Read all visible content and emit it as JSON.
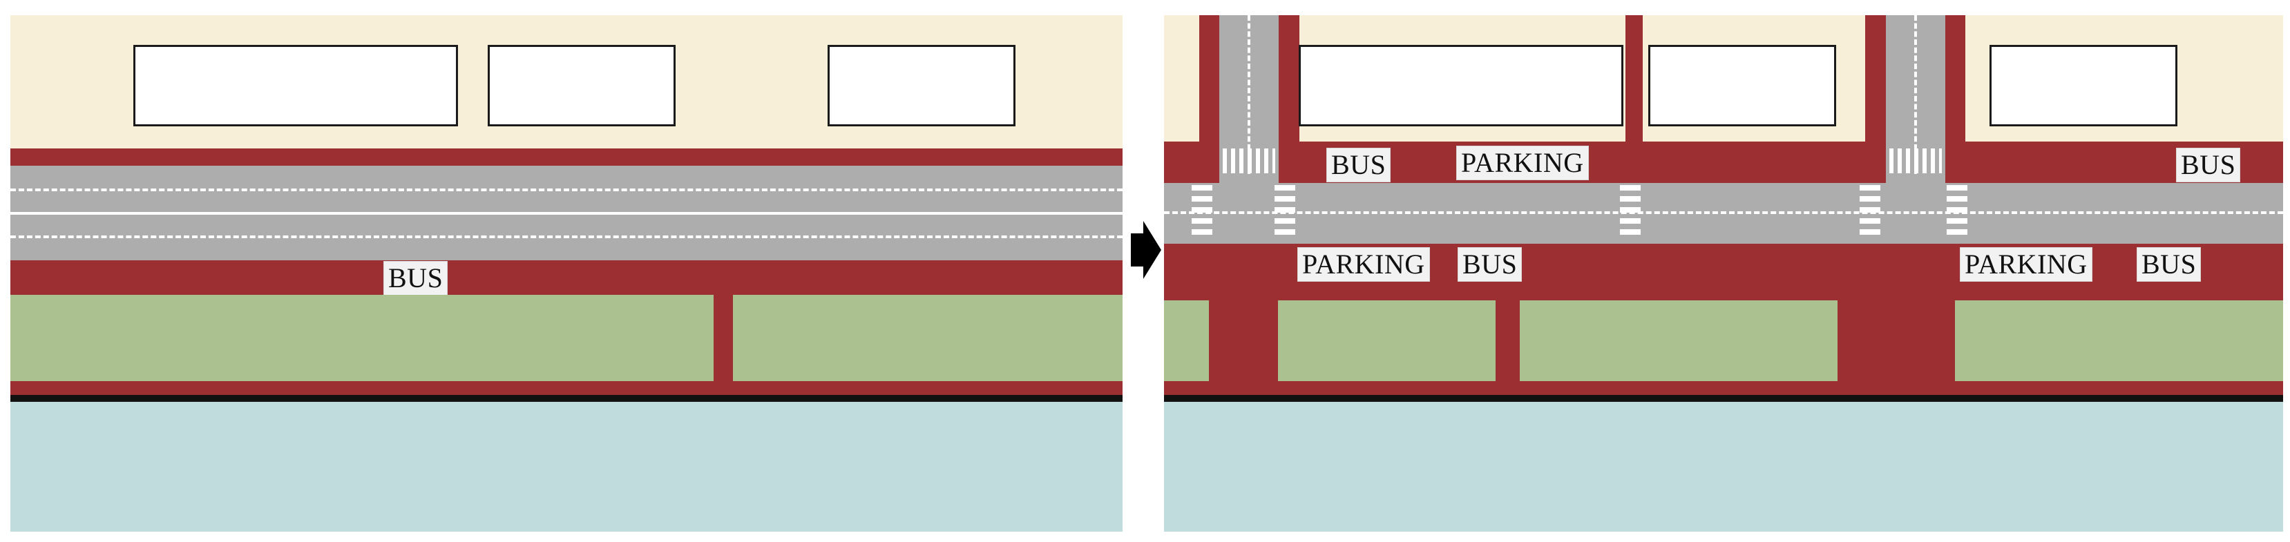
{
  "colors": {
    "building_zone": "#f8efd9",
    "sidewalk": "#9c2f32",
    "road": "#adadad",
    "lane_marking": "#ffffff",
    "green_space": "#abc18f",
    "water": "#c1dcdc",
    "shoreline": "#111111",
    "building": "#ffffff",
    "arrow": "#000000"
  },
  "before": {
    "labels": {
      "bus_stop_north": "BUS"
    }
  },
  "transition": {
    "icon": "arrow-right-icon"
  },
  "after": {
    "labels": {
      "bus_stop_north_left": "BUS",
      "parking_north": "PARKING",
      "bus_stop_north_right": "BUS",
      "parking_south_left": "PARKING",
      "bus_stop_south_left": "BUS",
      "parking_south_right": "PARKING",
      "bus_stop_south_right": "BUS"
    }
  }
}
